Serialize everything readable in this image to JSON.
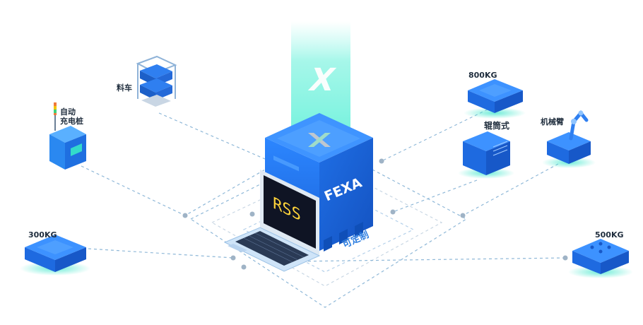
{
  "hub": {
    "cube_label": "FEXA",
    "screen_label": "RSS",
    "caption": "可定制",
    "beam_glyph": "X"
  },
  "devices": [
    {
      "id": "charger",
      "label": "自动\n充电桩",
      "icon": "charging-pile"
    },
    {
      "id": "cart",
      "label": "料车",
      "icon": "material-cart"
    },
    {
      "id": "agv300",
      "label": "300KG",
      "icon": "agv-robot"
    },
    {
      "id": "agv800",
      "label": "800KG",
      "icon": "agv-robot"
    },
    {
      "id": "roller",
      "label": "辊筒式",
      "icon": "roller-agv"
    },
    {
      "id": "arm",
      "label": "机械臂",
      "icon": "robot-arm-agv"
    },
    {
      "id": "agv500",
      "label": "500KG",
      "icon": "agv-robot"
    }
  ],
  "colors": {
    "cube_top": "#3f94ff",
    "cube_front": "#2277f0",
    "cube_side": "#1a5fd0",
    "beam": "#5ef0d8",
    "glow": "#35e6c8",
    "dashed": "#8fb8d8",
    "laptop_body": "#cfe4f8",
    "screen": "#0f1424",
    "rss": "#ffd43a"
  }
}
